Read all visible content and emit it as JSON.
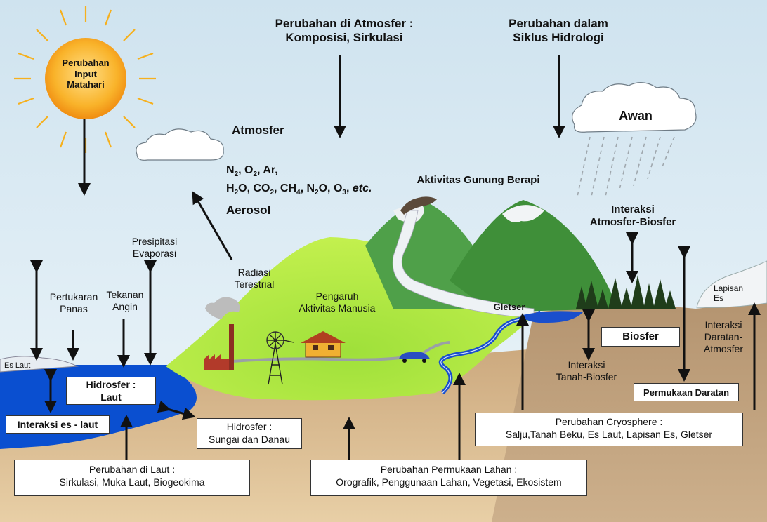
{
  "top": {
    "atmosphere_change_line1": "Perubahan di Atmosfer :",
    "atmosphere_change_line2": "Komposisi, Sirkulasi",
    "hydro_change_line1": "Perubahan dalam",
    "hydro_change_line2": "Siklus Hidrologi"
  },
  "sun": {
    "line1": "Perubahan",
    "line2": "Input",
    "line3": "Matahari"
  },
  "atmosphere": {
    "title": "Atmosfer",
    "gases_row1": [
      "N",
      "2",
      ", O",
      "2",
      ",  Ar,"
    ],
    "gases_row2": [
      "H",
      "2",
      "O, CO",
      "2",
      ", CH",
      "4",
      ", N",
      "2",
      "O, O",
      "3",
      ", ",
      "etc."
    ],
    "aerosol": "Aerosol"
  },
  "cloud": {
    "label": "Awan"
  },
  "labels": {
    "volcano": "Aktivitas Gunung Berapi",
    "atm_bio_1": "Interaksi",
    "atm_bio_2": "Atmosfer-Biosfer",
    "precip_1": "Presipitasi",
    "precip_2": "Evaporasi",
    "heat_1": "Pertukaran",
    "heat_2": "Panas",
    "wind_1": "Tekanan",
    "wind_2": "Angin",
    "rad_1": "Radiasi",
    "rad_2": "Terestrial",
    "human_1": "Pengaruh",
    "human_2": "Aktivitas Manusia",
    "glacier": "Gletser",
    "ice_sheet_1": "Lapisan",
    "ice_sheet_2": "Es",
    "sea_ice": "Es Laut",
    "soil_bio_1": "Interaksi",
    "soil_bio_2": "Tanah-Biosfer",
    "land_atm_1": "Interaksi",
    "land_atm_2": "Daratan-",
    "land_atm_3": "Atmosfer"
  },
  "boxes": {
    "hydro_sea_1": "Hidrosfer :",
    "hydro_sea_2": "Laut",
    "ice_sea": "Interaksi es - laut",
    "hydro_river_1": "Hidrosfer :",
    "hydro_river_2": "Sungai dan Danau",
    "biosphere": "Biosfer",
    "land_surface": "Permukaan Daratan",
    "cryo_1": "Perubahan Cryosphere :",
    "cryo_2": "Salju,Tanah Beku, Es Laut, Lapisan Es, Gletser",
    "ocean_1": "Perubahan di Laut :",
    "ocean_2": "Sirkulasi, Muka Laut, Biogeokima",
    "landuse_1": "Perubahan Permukaan Lahan :",
    "landuse_2": "Orografik, Penggunaan Lahan, Vegetasi, Ekosistem"
  },
  "colors": {
    "sky_top": "#d6e8f2",
    "sky_bottom": "#eaf4f9",
    "ocean": "#0a4fd0",
    "land": "#d8b58a",
    "grass": "#b6ea3c",
    "mountain": "#3c8d3a",
    "sun": "#f7a81b"
  }
}
